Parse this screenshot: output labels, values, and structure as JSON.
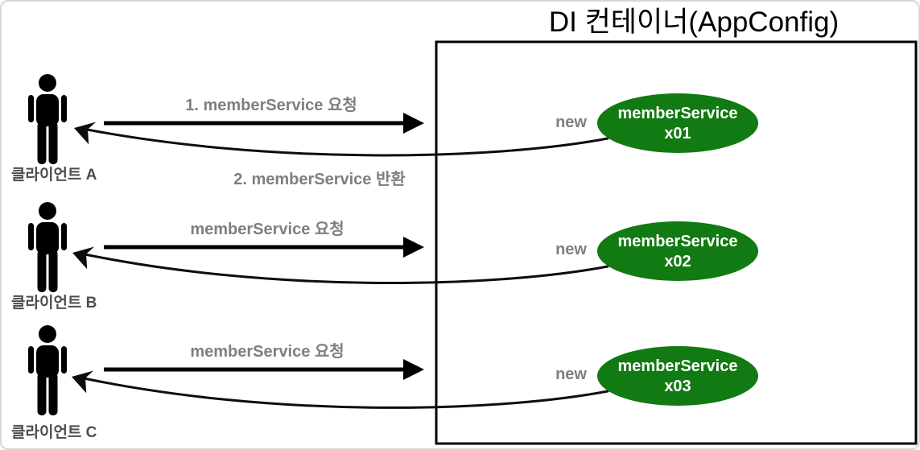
{
  "diagram": {
    "title": "DI 컨테이너(AppConfig)",
    "colors": {
      "service_fill": "#127a12",
      "service_stroke": "#0a5c0a",
      "service_text": "#ffffff",
      "muted_label": "#7f7f7f",
      "client_label": "#4d4d4d",
      "arrow": "#000000",
      "container_border": "#000000",
      "frame_border": "#d6d6d6"
    },
    "rows": [
      {
        "client": "클라이언트 A",
        "request": "1. memberService 요청",
        "return": "2. memberService 반환",
        "new_keyword": "new",
        "service": "memberService",
        "instance": "x01"
      },
      {
        "client": "클라이언트 B",
        "request": "memberService 요청",
        "new_keyword": "new",
        "service": "memberService",
        "instance": "x02"
      },
      {
        "client": "클라이언트 C",
        "request": "memberService 요청",
        "new_keyword": "new",
        "service": "memberService",
        "instance": "x03"
      }
    ]
  }
}
